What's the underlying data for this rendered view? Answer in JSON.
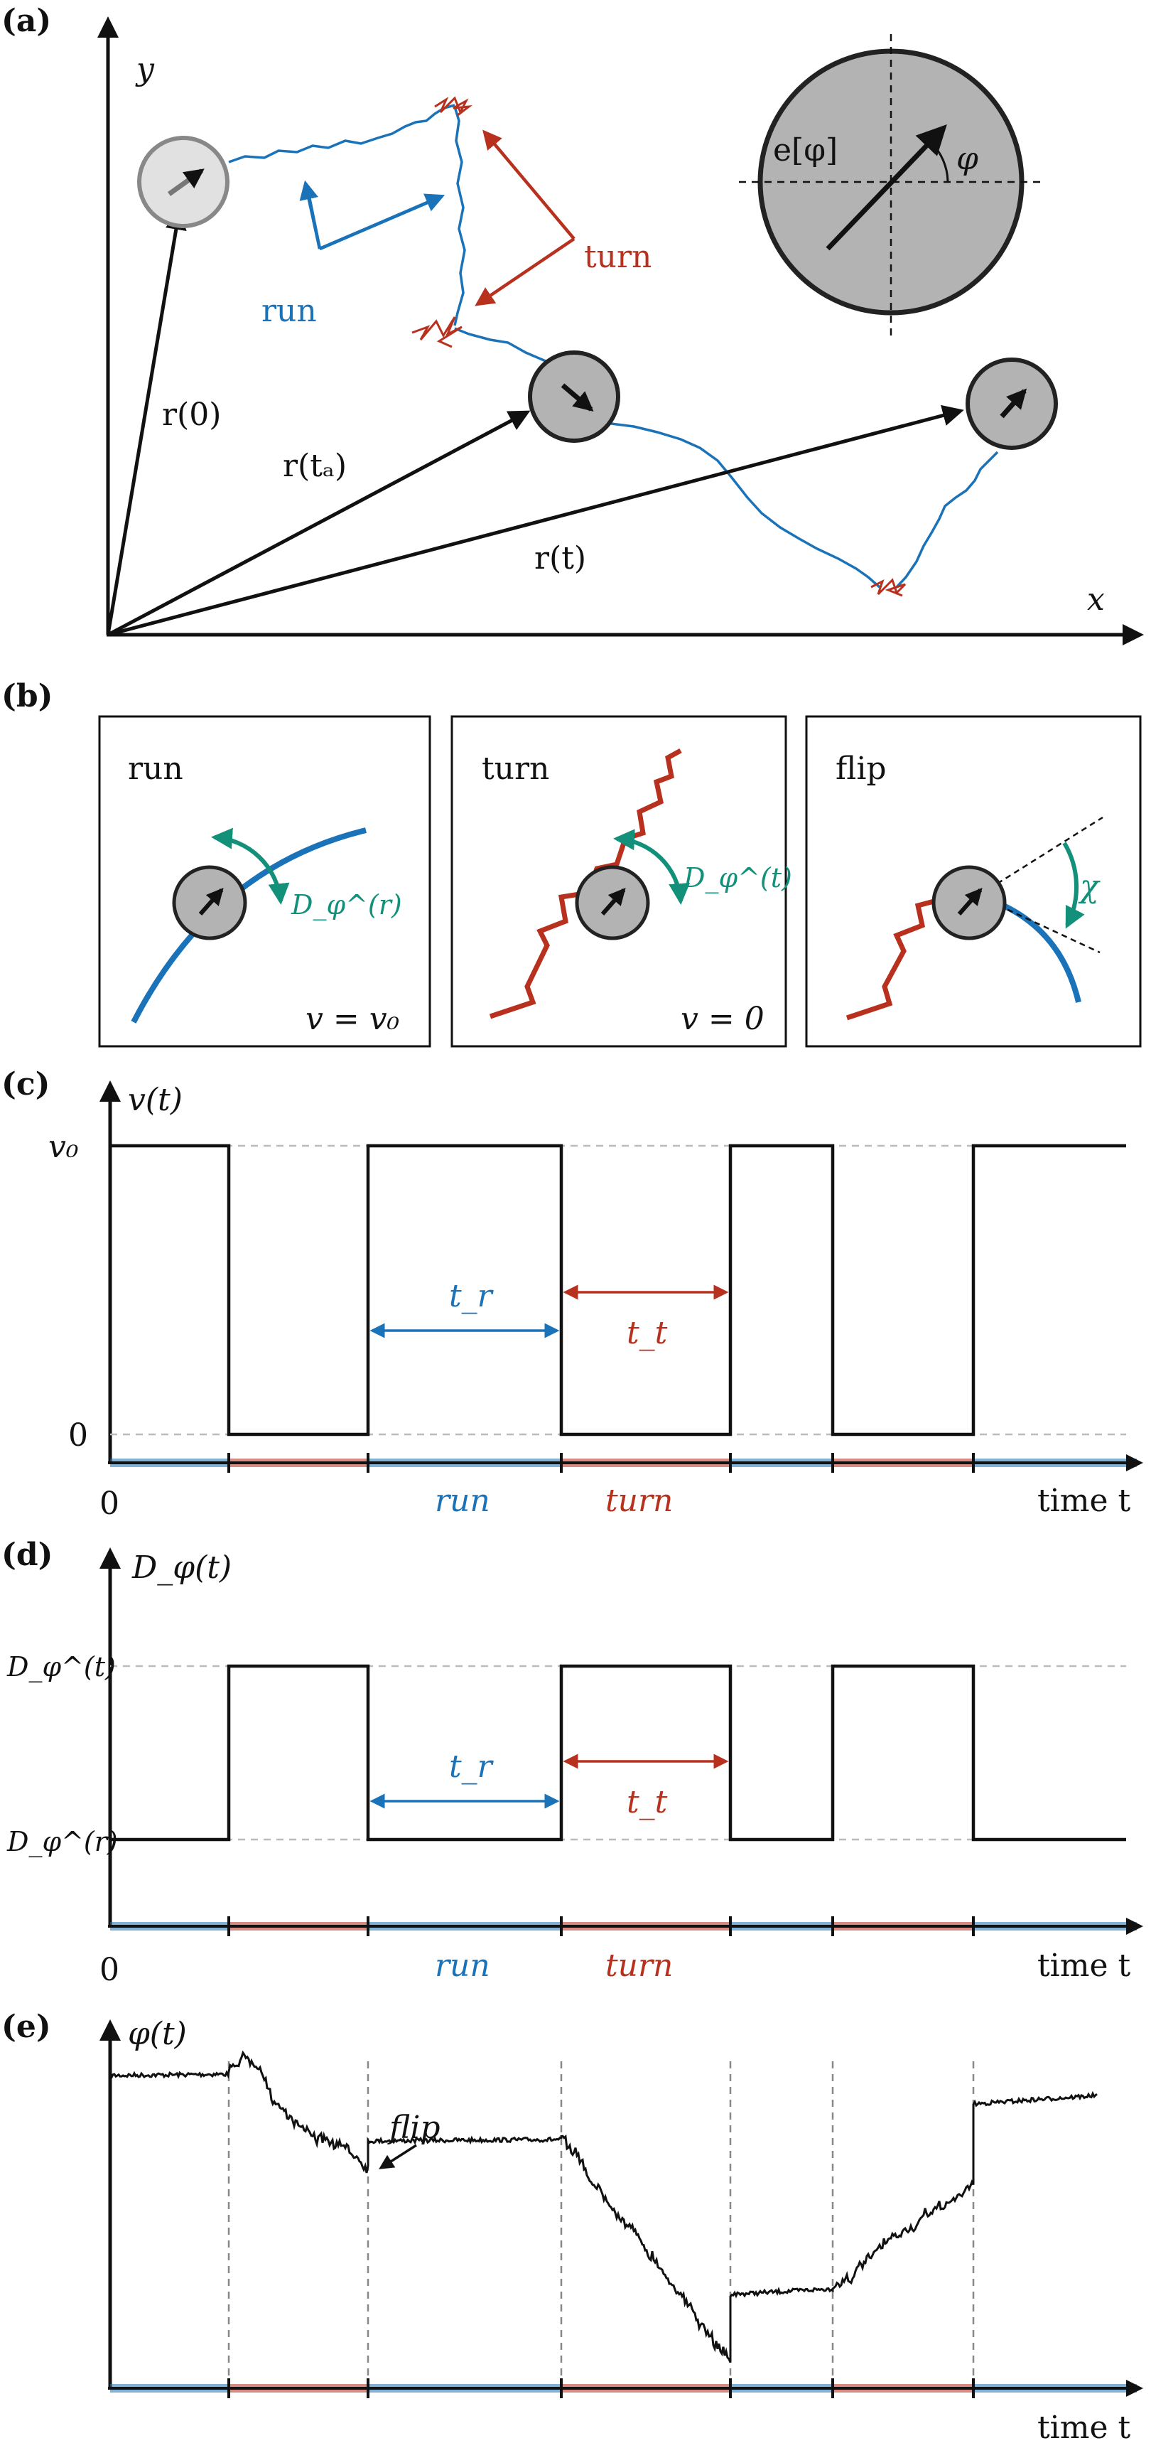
{
  "colors": {
    "run": "#1a72b8",
    "turn": "#b8301e",
    "rot": "#12907a",
    "ink": "#111111",
    "disk": "#b3b3b3",
    "disk_light": "#e1e1e1",
    "grid": "#bbbbbb"
  },
  "panel_a": {
    "label": "(a)",
    "axis_x": "x",
    "axis_y": "y",
    "r0": "r(0)",
    "rta": "r(tₐ)",
    "rt": "r(t)",
    "run": "run",
    "turn": "turn",
    "inset_e": "e[φ]",
    "inset_phi": "φ"
  },
  "panel_b": {
    "label": "(b)",
    "boxes": [
      {
        "title": "run",
        "param": "D_φ^(r)",
        "footer": "v = v₀"
      },
      {
        "title": "turn",
        "param": "D_φ^(t)",
        "footer": "v = 0"
      },
      {
        "title": "flip",
        "param": "χ",
        "footer": ""
      }
    ]
  },
  "panel_c": {
    "label": "(c)",
    "ylabel": "v(t)",
    "y_high": "v₀",
    "y_low": "0",
    "x_origin": "0",
    "xlabel": "time t",
    "tr": "t_r",
    "tt": "t_t",
    "run_word": "run",
    "turn_word": "turn"
  },
  "panel_d": {
    "label": "(d)",
    "ylabel": "D_φ(t)",
    "y_high": "D_φ^(t)",
    "y_low": "D_φ^(r)",
    "x_origin": "0",
    "xlabel": "time t",
    "tr": "t_r",
    "tt": "t_t",
    "run_word": "run",
    "turn_word": "turn"
  },
  "panel_e": {
    "label": "(e)",
    "ylabel": "φ(t)",
    "flip": "flip",
    "xlabel": "time t"
  }
}
